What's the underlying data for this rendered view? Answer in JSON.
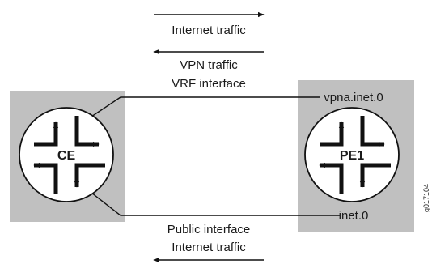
{
  "labels": {
    "internet_traffic_top": "Internet traffic",
    "vpn_traffic": "VPN traffic",
    "vrf_interface": "VRF interface",
    "public_interface": "Public interface",
    "internet_traffic_bottom": "Internet traffic",
    "vpna_table": "vpna.inet.0",
    "inet_table": "inet.0"
  },
  "routers": {
    "ce": "CE",
    "pe": "PE1"
  },
  "figure_code": "g017104",
  "colors": {
    "panel": "#c0c0c0",
    "stroke": "#111111",
    "router_fill": "#ffffff"
  }
}
